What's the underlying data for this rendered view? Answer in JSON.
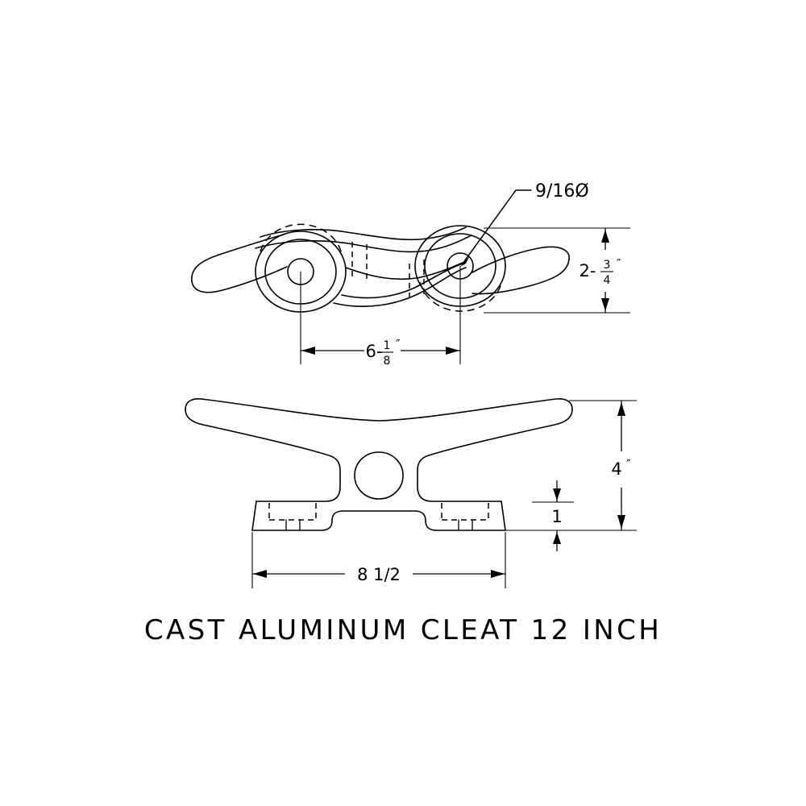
{
  "drawing": {
    "title": "CAST ALUMINUM CLEAT 12 INCH",
    "line_color": "#000000",
    "background_color": "#ffffff",
    "views": {
      "top_view_name": "top-view",
      "front_view_name": "front-elevation-view"
    },
    "dimensions": {
      "hole_diameter": {
        "label": "9/16Ø",
        "whole": "9/16Ø",
        "type": "leader-callout",
        "target": "right-bolt-hole"
      },
      "body_width": {
        "whole": "2-",
        "numerator": "3",
        "denominator": "4",
        "unit": "″",
        "plain": "2-3/4″",
        "type": "vertical-dimension",
        "view": "top-view"
      },
      "hole_spacing": {
        "whole": "6-",
        "numerator": "1",
        "denominator": "8",
        "unit": "″",
        "plain": "6-1/8″",
        "type": "horizontal-dimension",
        "view": "top-view"
      },
      "overall_height": {
        "label": "4",
        "unit": "″",
        "plain": "4″",
        "type": "vertical-dimension",
        "view": "front-elevation-view"
      },
      "base_thickness": {
        "label": "1",
        "plain": "1",
        "type": "vertical-dimension",
        "view": "front-elevation-view"
      },
      "base_width": {
        "label": "8 1/2",
        "plain": "8 1/2",
        "type": "horizontal-dimension",
        "view": "front-elevation-view"
      }
    }
  }
}
